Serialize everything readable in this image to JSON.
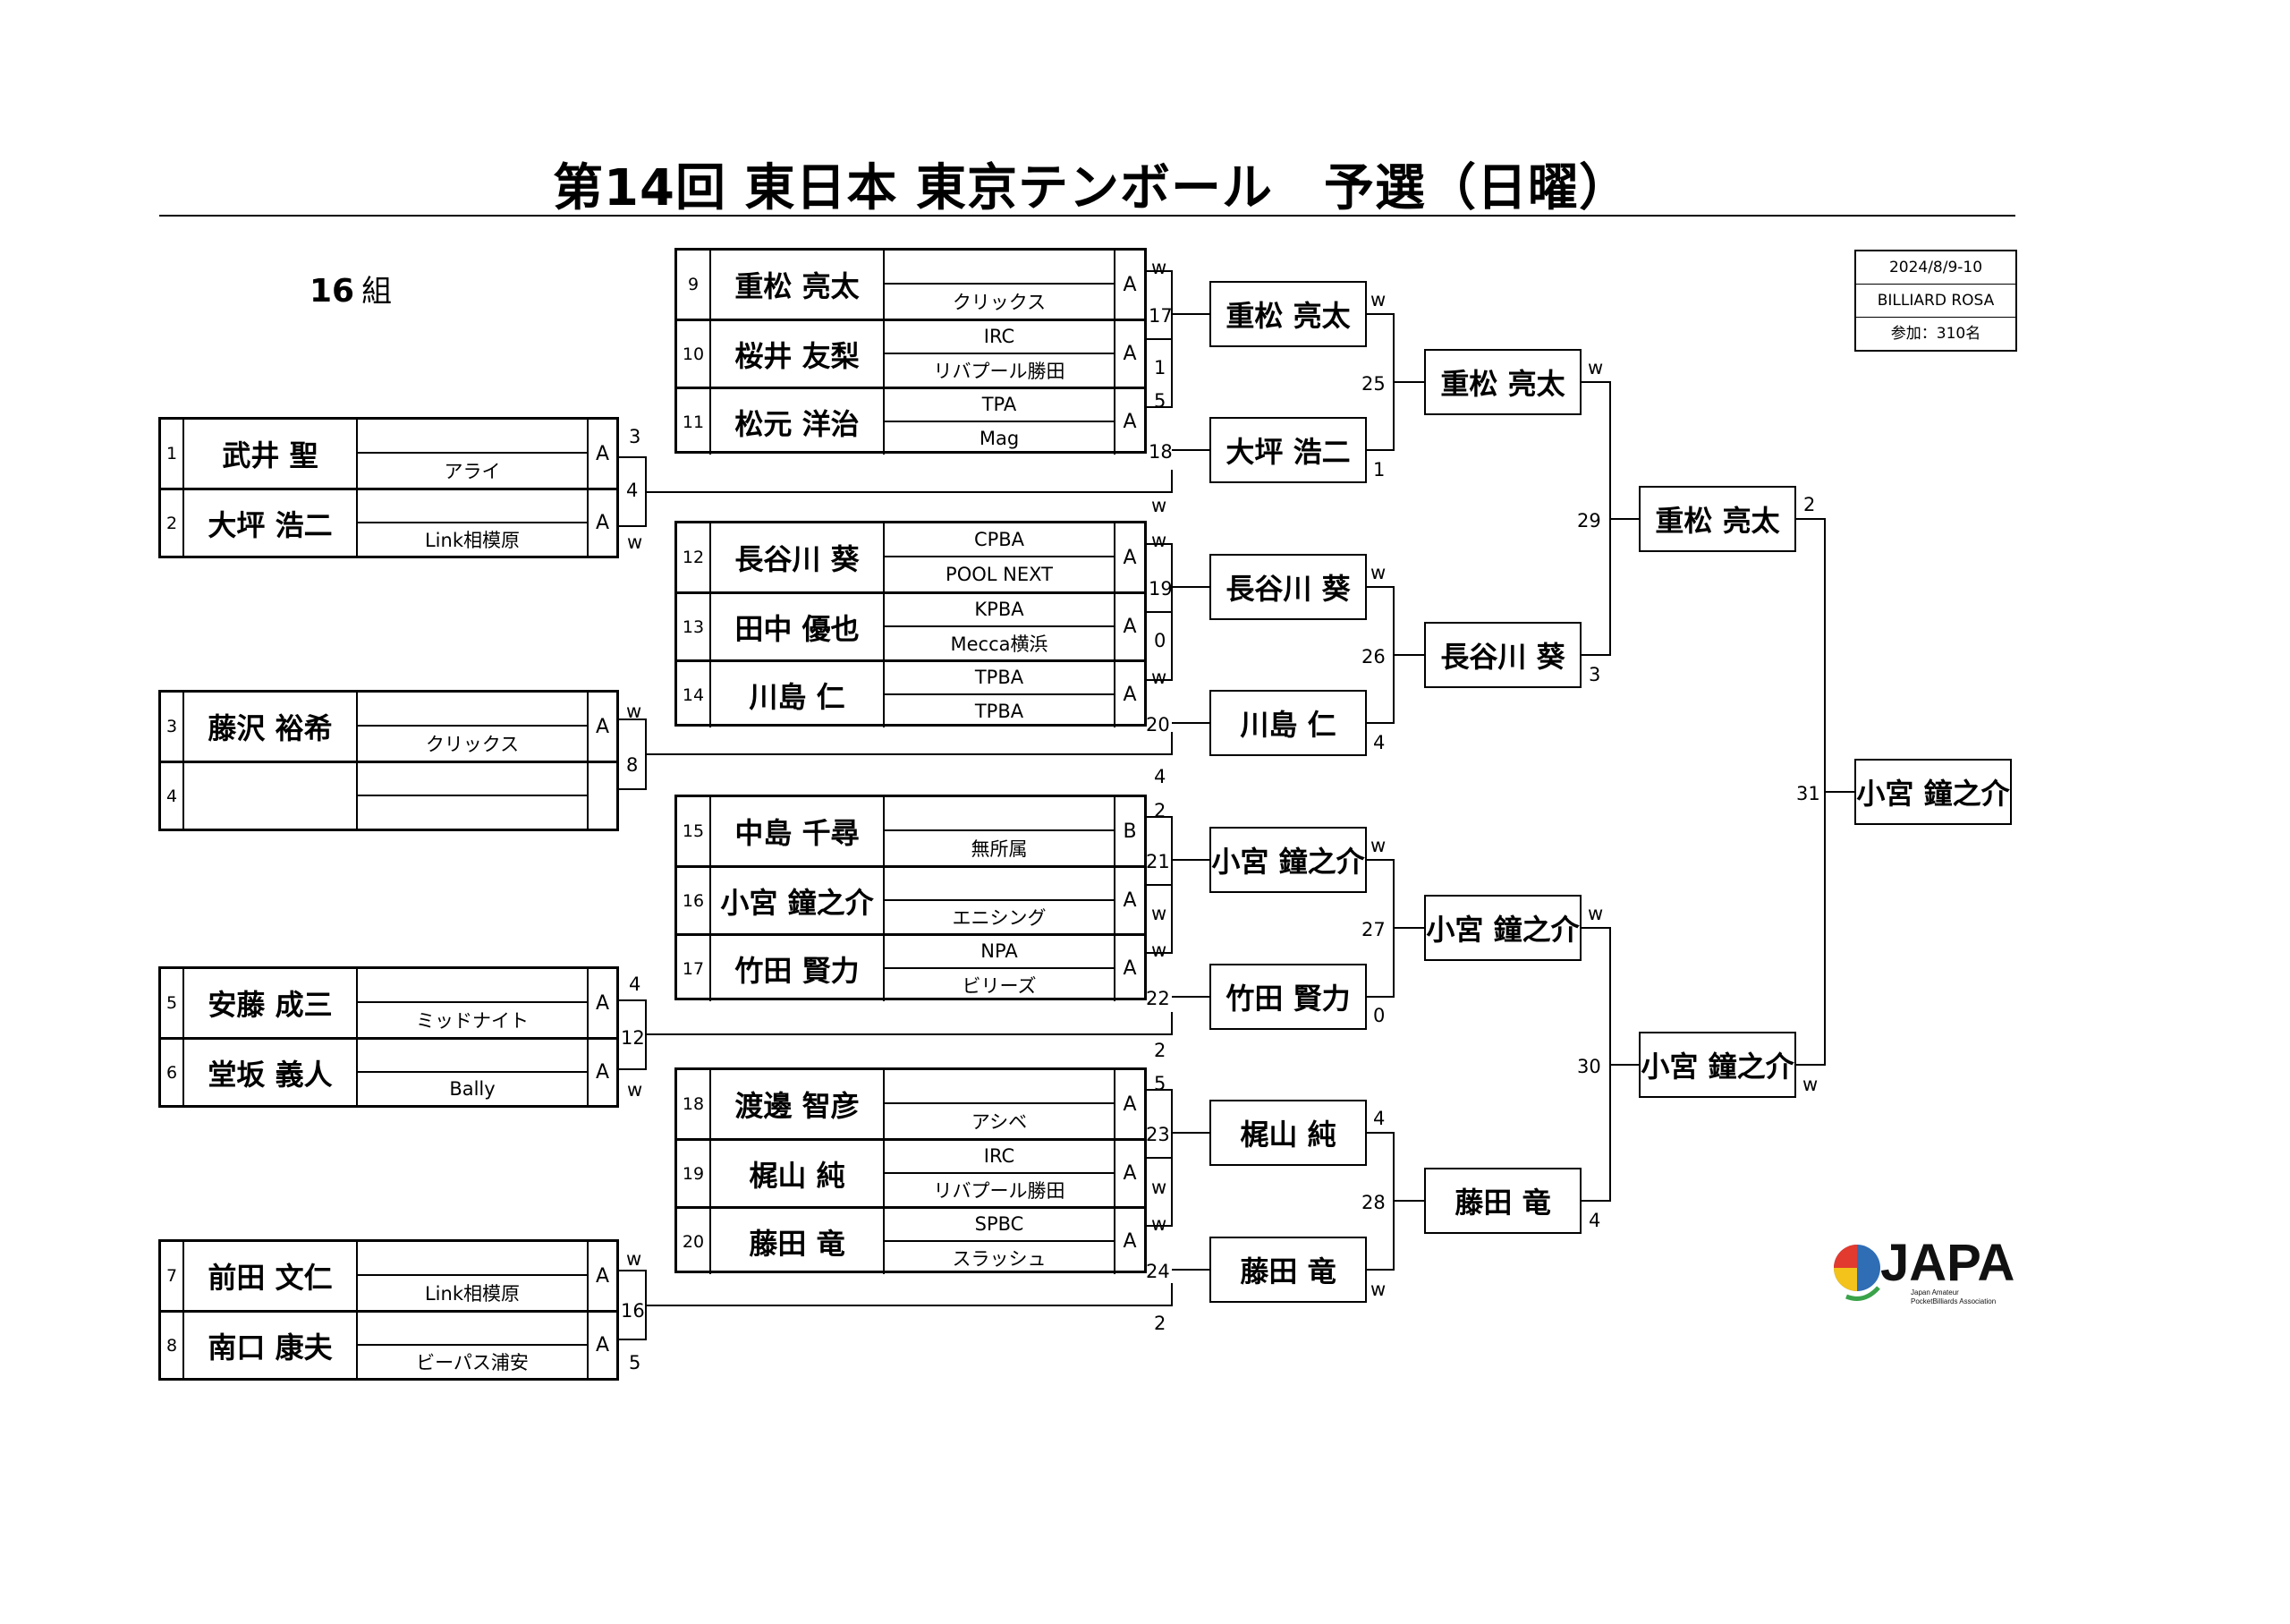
{
  "title": "第14回 東日本 東京テンボール　予選（日曜）",
  "group": {
    "number": "16",
    "suffix": "組"
  },
  "event_info": [
    "2024/8/9-10",
    "BILLIARD ROSA",
    "参加：310名"
  ],
  "players": {
    "p1": {
      "num": "1",
      "name": "武井 聖",
      "aff1": "",
      "aff2": "アライ",
      "cls": "A"
    },
    "p2": {
      "num": "2",
      "name": "大坪 浩二",
      "aff1": "",
      "aff2": "Link相模原",
      "cls": "A"
    },
    "p3": {
      "num": "3",
      "name": "藤沢 裕希",
      "aff1": "",
      "aff2": "クリックス",
      "cls": "A"
    },
    "p4": {
      "num": "4",
      "name": "",
      "aff1": "",
      "aff2": "",
      "cls": ""
    },
    "p5": {
      "num": "5",
      "name": "安藤 成三",
      "aff1": "",
      "aff2": "ミッドナイト",
      "cls": "A"
    },
    "p6": {
      "num": "6",
      "name": "堂坂 義人",
      "aff1": "",
      "aff2": "Bally",
      "cls": "A"
    },
    "p7": {
      "num": "7",
      "name": "前田 文仁",
      "aff1": "",
      "aff2": "Link相模原",
      "cls": "A"
    },
    "p8": {
      "num": "8",
      "name": "南口 康夫",
      "aff1": "",
      "aff2": "ビーパス浦安",
      "cls": "A"
    },
    "p9": {
      "num": "9",
      "name": "重松 亮太",
      "aff1": "",
      "aff2": "クリックス",
      "cls": "A"
    },
    "p10": {
      "num": "10",
      "name": "桜井 友梨",
      "aff1": "IRC",
      "aff2": "リバプール勝田",
      "cls": "A"
    },
    "p11": {
      "num": "11",
      "name": "松元 洋治",
      "aff1": "TPA",
      "aff2": "Mag",
      "cls": "A"
    },
    "p12": {
      "num": "12",
      "name": "長谷川 葵",
      "aff1": "CPBA",
      "aff2": "POOL NEXT",
      "cls": "A"
    },
    "p13": {
      "num": "13",
      "name": "田中 優也",
      "aff1": "KPBA",
      "aff2": "Mecca横浜",
      "cls": "A"
    },
    "p14": {
      "num": "14",
      "name": "川島 仁",
      "aff1": "TPBA",
      "aff2": "TPBA",
      "cls": "A"
    },
    "p15": {
      "num": "15",
      "name": "中島 千尋",
      "aff1": "",
      "aff2": "無所属",
      "cls": "B"
    },
    "p16": {
      "num": "16",
      "name": "小宮 鐘之介",
      "aff1": "",
      "aff2": "エニシング",
      "cls": "A"
    },
    "p17": {
      "num": "17",
      "name": "竹田 賢力",
      "aff1": "NPA",
      "aff2": "ビリーズ",
      "cls": "A"
    },
    "p18": {
      "num": "18",
      "name": "渡邊 智彦",
      "aff1": "",
      "aff2": "アシベ",
      "cls": "A"
    },
    "p19": {
      "num": "19",
      "name": "梶山 純",
      "aff1": "IRC",
      "aff2": "リバプール勝田",
      "cls": "A"
    },
    "p20": {
      "num": "20",
      "name": "藤田 竜",
      "aff1": "SPBC",
      "aff2": "スラッシュ",
      "cls": "A"
    }
  },
  "winners": {
    "r2_1": "重松 亮太",
    "r2_2": "大坪 浩二",
    "r2_3": "長谷川 葵",
    "r2_4": "川島 仁",
    "r2_5": "小宮 鐘之介",
    "r2_6": "竹田 賢力",
    "r2_7": "梶山 純",
    "r2_8": "藤田 竜",
    "r3_1": "重松 亮太",
    "r3_2": "長谷川 葵",
    "r3_3": "小宮 鐘之介",
    "r3_4": "藤田 竜",
    "r4_1": "重松 亮太",
    "r4_2": "小宮 鐘之介",
    "final": "小宮 鐘之介"
  },
  "labels": {
    "m4": "4",
    "m4_top": "3",
    "m4_bot": "w",
    "m8": "8",
    "m8_top": "w",
    "m12": "12",
    "m12_top": "4",
    "m12_bot": "w",
    "m16": "16",
    "m16_top": "w",
    "m16_bot": "5",
    "m17": "17",
    "m17_top": "w",
    "m17_bot": "1",
    "m18": "18",
    "m18_top": "5",
    "m18_bot": "w",
    "m19": "19",
    "m19_top": "w",
    "m19_bot": "0",
    "m20": "20",
    "m20_top": "w",
    "m20_bot": "4",
    "m21": "21",
    "m21_top": "2",
    "m21_bot": "w",
    "m22": "22",
    "m22_top": "w",
    "m22_bot": "2",
    "m23": "23",
    "m23_top": "5",
    "m23_bot": "w",
    "m24": "24",
    "m24_top": "w",
    "m24_bot": "2",
    "m25": "25",
    "m25_top": "w",
    "m25_bot": "1",
    "m26": "26",
    "m26_top": "w",
    "m26_bot": "4",
    "m27": "27",
    "m27_top": "w",
    "m27_bot": "0",
    "m28": "28",
    "m28_top": "4",
    "m28_bot": "w",
    "m29": "29",
    "m29_top": "w",
    "m29_bot": "3",
    "m30": "30",
    "m30_top": "w",
    "m30_bot": "4",
    "m31": "31",
    "m31_top": "2",
    "m31_bot": "w"
  },
  "logo": {
    "text": "JAPA",
    "sub1": "Japan Amateur",
    "sub2": "PocketBilliards Association"
  }
}
